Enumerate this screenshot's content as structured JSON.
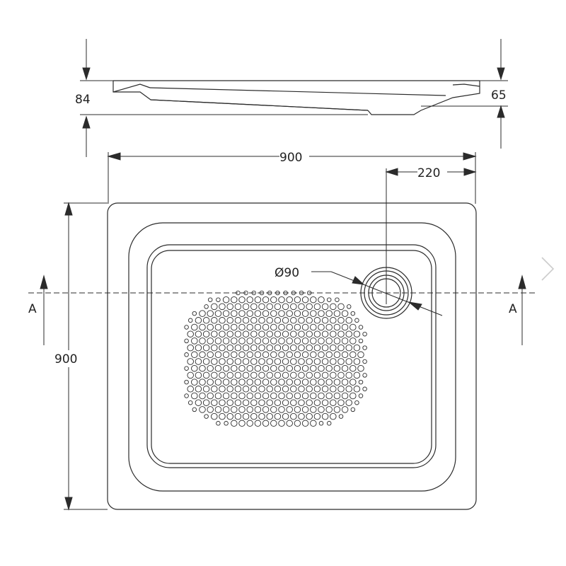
{
  "labels": {
    "side_height_left": "84",
    "side_height_right": "65",
    "top_width": "900",
    "drain_offset": "220",
    "drain_diameter": "Ø90",
    "side_depth": "900",
    "section_left": "A",
    "section_right": "A"
  },
  "icons": {
    "next": "chevron-right-icon"
  },
  "colors": {
    "line": "#2b2b2b",
    "chevron": "#cccccc"
  }
}
